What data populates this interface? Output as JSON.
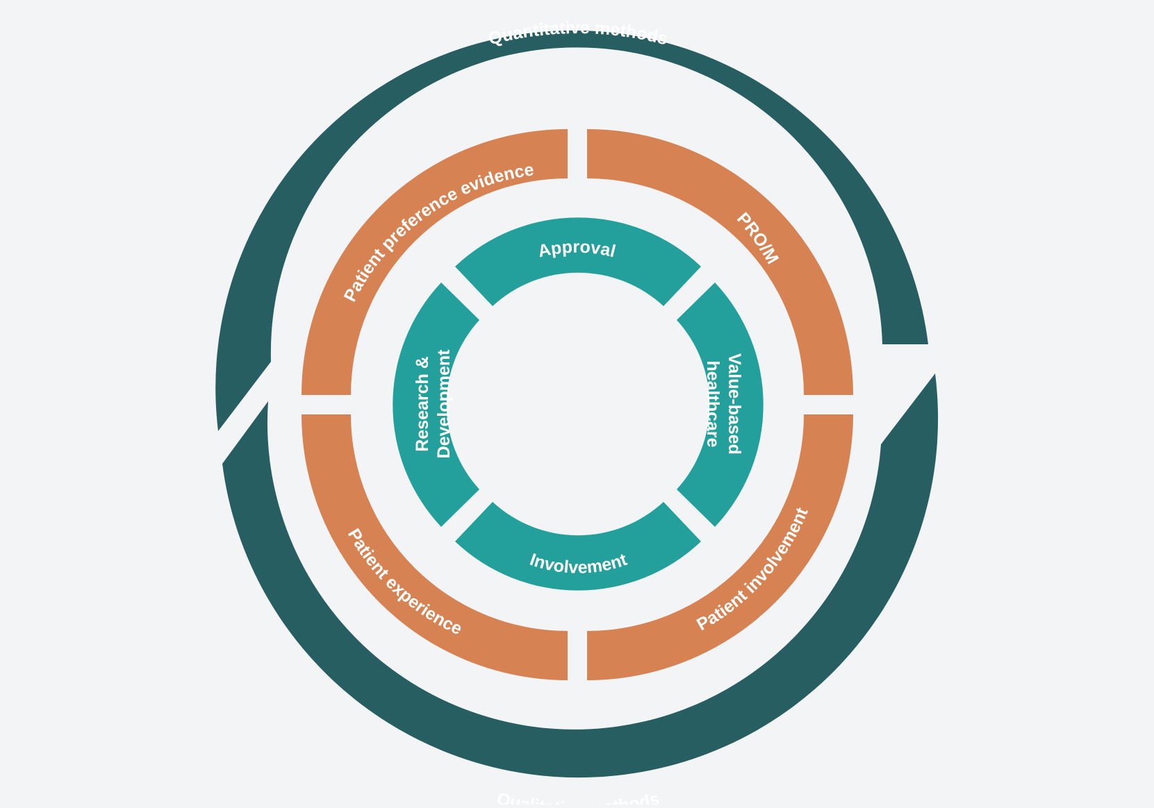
{
  "colors": {
    "background": "#F3F4F6",
    "outer_ring": "#275E61",
    "middle_ring": "#D68252",
    "inner_ring": "#24A09C",
    "text": "#FFFFFF"
  },
  "outer_ring": {
    "top_label": "Quantitative methods",
    "bottom_label": "Qualitative methods"
  },
  "middle_ring": {
    "top_left": "Patient preference evidence",
    "top_right": "PRO/M",
    "bottom_left": "Patient experience",
    "bottom_right": "Patient involvement"
  },
  "inner_ring": {
    "top": "Approval",
    "bottom": "Involvement",
    "left_line1": "Research &",
    "left_line2": "Development",
    "right_line1": "Value-based",
    "right_line2": "healthcare"
  }
}
